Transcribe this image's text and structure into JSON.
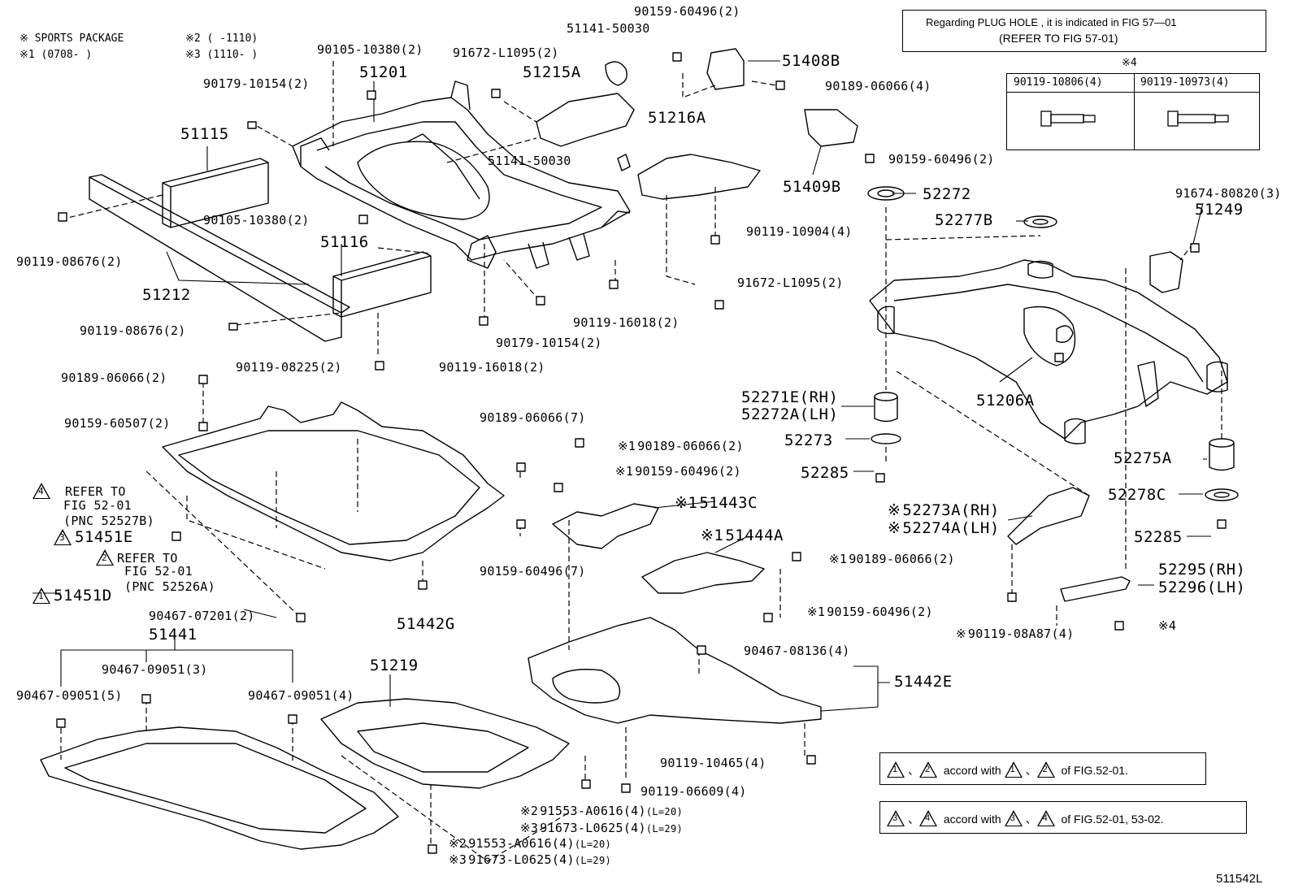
{
  "header": {
    "sports": "※ SPORTS PACKAGE",
    "n1": "※1 (0708-     )",
    "n2": "※2 (    -1110)",
    "n3": "※3 (1110-     )"
  },
  "refer_box": {
    "line1": "Regarding  PLUG  HOLE , it is indicated in FIG  57—01",
    "line2": "(REFER TO FIG 57-01)"
  },
  "bolt_table": {
    "mark": "※4",
    "col1": "90119-10806(4)",
    "col2": "90119-10973(4)"
  },
  "legend": {
    "row1": {
      "t1": "1",
      "t2": "2",
      "text": "accord with",
      "t3": "1",
      "t4": "2",
      "tail": "of FIG.52-01."
    },
    "row2": {
      "t1": "3",
      "t2": "4",
      "text": "accord with",
      "t3": "3",
      "t4": "4",
      "tail": "of FIG.52-01, 53-02."
    }
  },
  "parts": {
    "p51201": "51201",
    "p51115": "51115",
    "p51116": "51116",
    "p51212": "51212",
    "p51215A": "51215A",
    "p51216A": "51216A",
    "p51408B": "51408B",
    "p51409B": "51409B",
    "p52272": "52272",
    "p52277B": "52277B",
    "p51249": "51249",
    "p51206A": "51206A",
    "p52271E": "52271E(RH)",
    "p52272A": "52272A(LH)",
    "p52273": "52273",
    "p52285a": "52285",
    "p52275A": "52275A",
    "p52278C": "52278C",
    "p52285b": "52285",
    "p52273A": "52273A(RH)",
    "p52274A": "52274A(LH)",
    "p52295": "52295(RH)",
    "p52296": "52296(LH)",
    "p51443C": "51443C",
    "p51444A": "51444A",
    "p51442G": "51442G",
    "p51441": "51441",
    "p51219": "51219",
    "p51442E": "51442E",
    "p51451E": "51451E",
    "p51451D": "51451D"
  },
  "fasteners": {
    "f1": "90159-60496(2)",
    "f2": "51141-50030",
    "f3": "91672-L1095(2)",
    "f4": "90105-10380(2)",
    "f5": "90179-10154(2)",
    "f6": "90189-06066(4)",
    "f7": "51141-50030",
    "f8": "90159-60496(2)",
    "f9": "90105-10380(2)",
    "f10": "90119-10904(4)",
    "f11": "90119-08676(2)",
    "f12": "91672-L1095(2)",
    "f13": "90119-16018(2)",
    "f14": "90119-08676(2)",
    "f15": "90179-10154(2)",
    "f16": "90119-08225(2)",
    "f17": "90119-16018(2)",
    "f18": "91674-80820(3)",
    "f19": "90189-06066(2)",
    "f20": "90159-60507(2)",
    "f21": "90189-06066(7)",
    "f22": "90189-06066(2)",
    "f23": "90159-60496(2)",
    "f24": "90159-60496(7)",
    "f25": "90189-06066(2)",
    "f26": "90159-60496(2)",
    "f27": "90467-07201(2)",
    "f28": "90119-08A87(4)",
    "f29": "※4",
    "f30": "90467-09051(3)",
    "f31": "90467-09051(5)",
    "f32": "90467-09051(4)",
    "f33": "90467-08136(4)",
    "f34": "90119-10465(4)",
    "f35": "90119-06609(4)",
    "f36": "91553-A0616(4)",
    "f36l": "(L=20)",
    "f37": "91673-L0625(4)",
    "f37l": "(L=29)",
    "f38": "91553-A0616(4)",
    "f38l": "(L=20)",
    "f39": "91673-L0625(4)",
    "f39l": "(L=29)"
  },
  "refs": {
    "r4a": "REFER TO",
    "r4b": "FIG 52-01",
    "r4c": "(PNC 52527B)",
    "r2a": "REFER TO",
    "r2b": "FIG 52-01",
    "r2c": "(PNC 52526A)"
  },
  "marks": {
    "k1": "※1",
    "k2": "※2",
    "k3": "※3",
    "k": "※",
    "tri1": "1",
    "tri2": "2",
    "tri3": "3",
    "tri4": "4"
  },
  "footer": {
    "id": "511542L"
  }
}
